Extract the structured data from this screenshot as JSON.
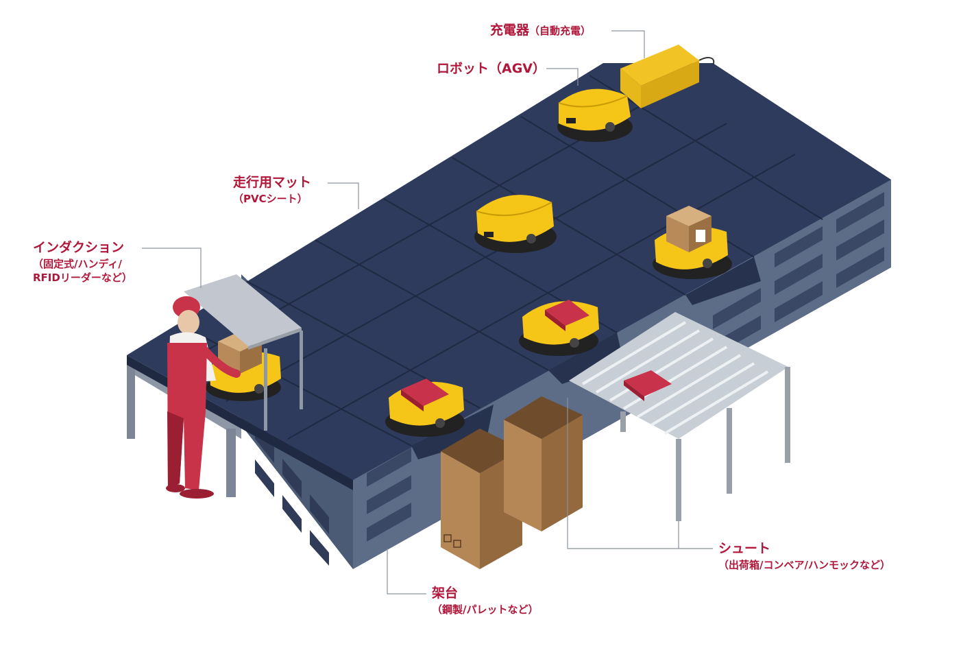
{
  "labels": {
    "charger": {
      "main": "充電器",
      "sub": "（自動充電）"
    },
    "robot": {
      "main": "ロボット（AGV）"
    },
    "mat": {
      "main": "走行用マット",
      "sub": "（PVCシート）"
    },
    "induction": {
      "main": "インダクション",
      "sub1": "（固定式/ハンディ/",
      "sub2": "RFIDリーダーなど）"
    },
    "stand": {
      "main": "架台",
      "sub": "（鋼製/パレットなど）"
    },
    "chute": {
      "main": "シュート",
      "sub": "（出荷箱/コンベア/ハンモックなど）"
    }
  },
  "colors": {
    "label_text": "#b0173a",
    "leader_line": "#8a939c",
    "mat_top": "#2f3b5c",
    "mat_seam": "#1f2942",
    "pallet_side": "#56657f",
    "pallet_slot": "#3a4763",
    "robot_yellow": "#f5c518",
    "robot_dark": "#c89b06",
    "charger_yellow": "#e7b81b",
    "box_brown": "#b88a59",
    "box_dark": "#8e6640",
    "worker_red": "#c8334a",
    "worker_dark": "#9a1f32",
    "roller_grey": "#cfd4da",
    "rack_grey": "#9aa0a8",
    "parcel_red": "#c8324a"
  }
}
